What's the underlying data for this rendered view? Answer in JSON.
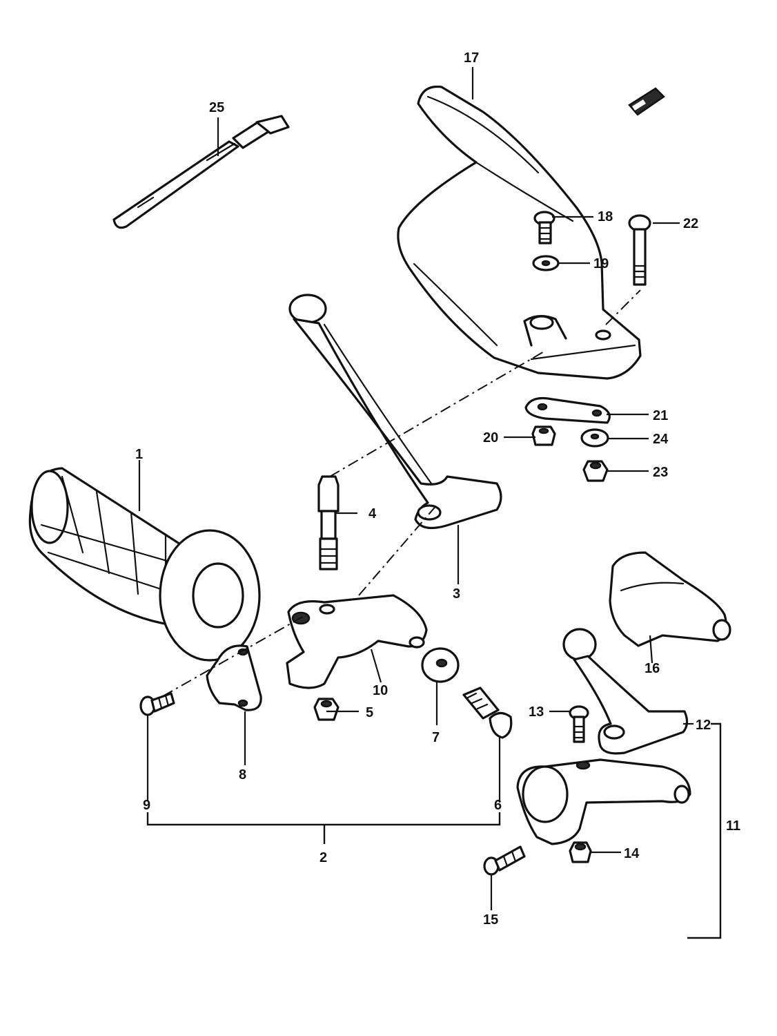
{
  "callouts": {
    "c1": "1",
    "c2": "2",
    "c3": "3",
    "c4": "4",
    "c5": "5",
    "c6": "6",
    "c7": "7",
    "c8": "8",
    "c9": "9",
    "c10": "10",
    "c11": "11",
    "c12": "12",
    "c13": "13",
    "c14": "14",
    "c15": "15",
    "c16": "16",
    "c17": "17",
    "c18": "18",
    "c19": "19",
    "c20": "20",
    "c21": "21",
    "c22": "22",
    "c23": "23",
    "c24": "24",
    "c25": "25"
  },
  "colors": {
    "line": "#111111",
    "paper": "#ffffff"
  },
  "orientation_icon": "front-arrow-icon"
}
